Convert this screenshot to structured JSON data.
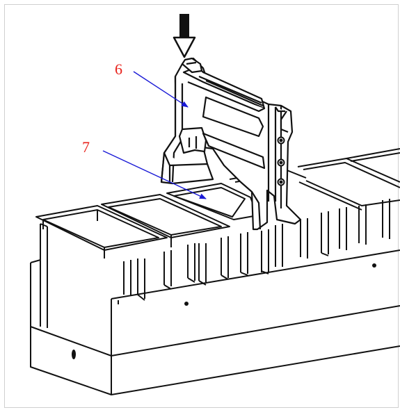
{
  "figure": {
    "colors": {
      "line": "#111111",
      "label": "#e8221b",
      "leader": "#1a1ad6",
      "frame": "#cfcfcf",
      "background": "#ffffff"
    },
    "callouts": [
      {
        "number": "6",
        "target": "lifting-handle"
      },
      {
        "number": "7",
        "target": "sample-well"
      }
    ],
    "icons": [
      "push-down-arrow-icon"
    ]
  }
}
